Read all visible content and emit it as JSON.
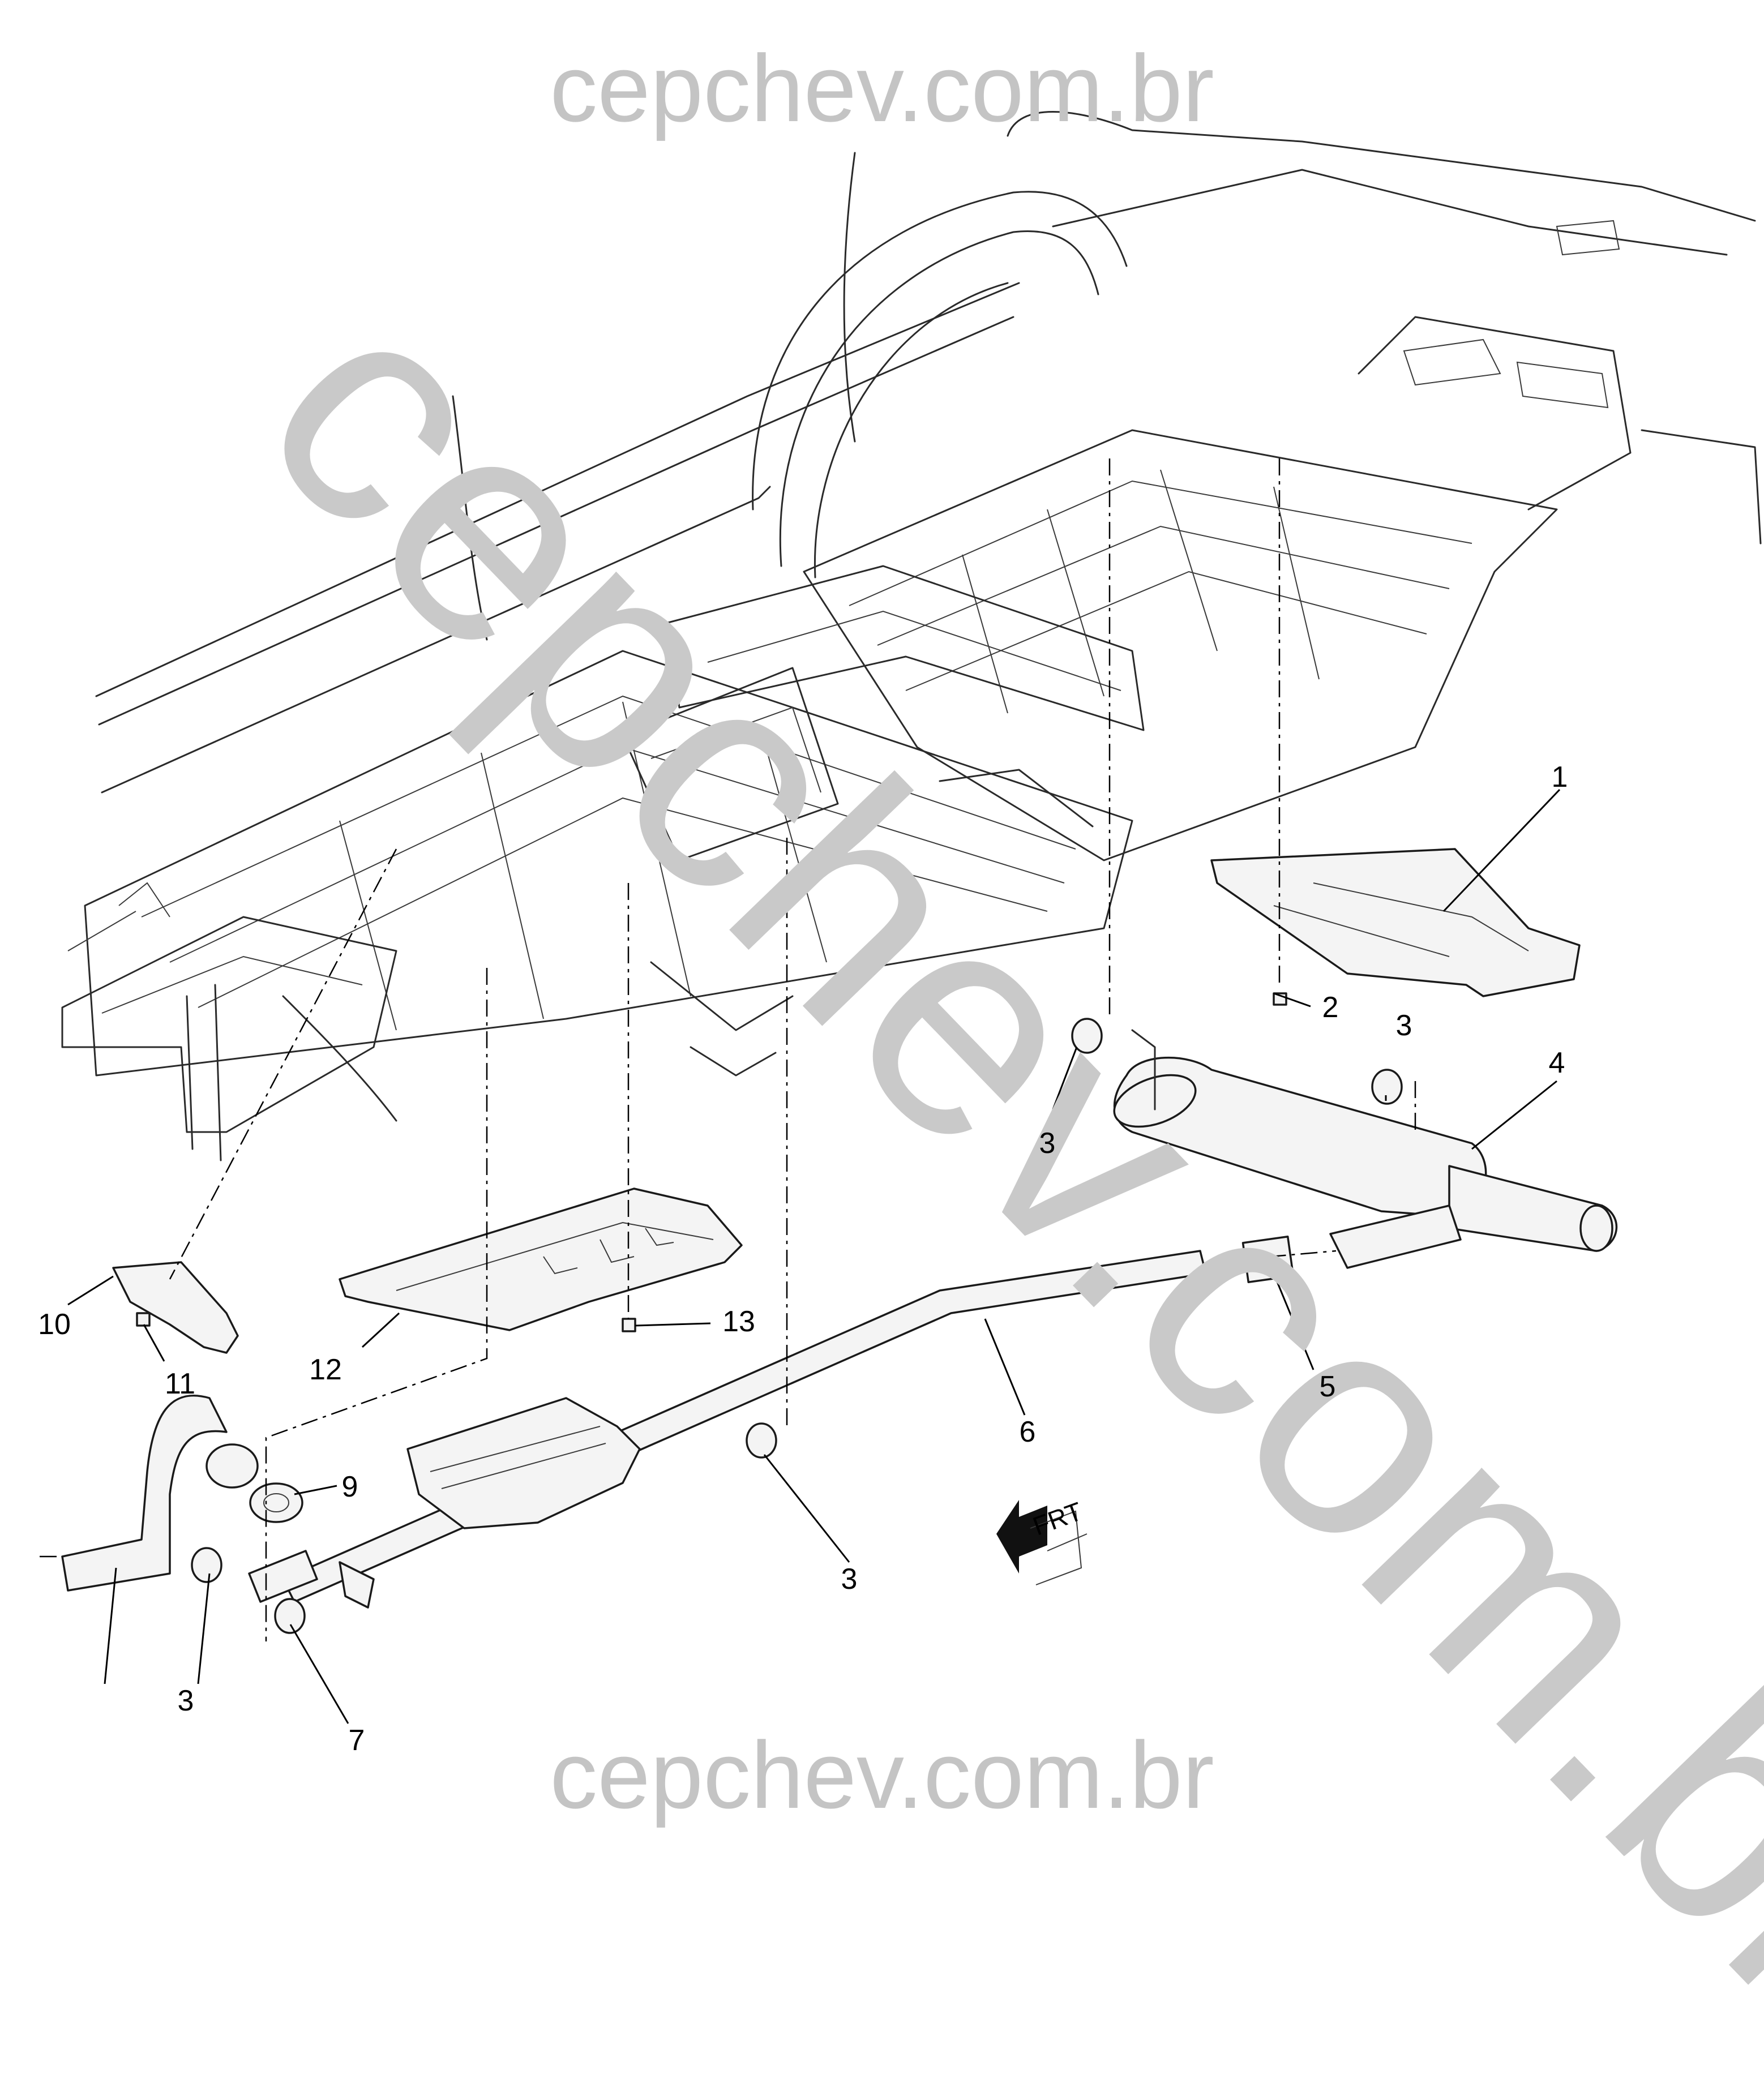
{
  "watermark": {
    "top": "cepchev.com.br",
    "bottom": "cepchev.com.br",
    "diagonal": "cepchev.com.br"
  },
  "arrow": {
    "label": "FRT"
  },
  "callouts": [
    {
      "id": "c1",
      "text": "1"
    },
    {
      "id": "c2",
      "text": "2"
    },
    {
      "id": "c3a",
      "text": "3"
    },
    {
      "id": "c3b",
      "text": "3"
    },
    {
      "id": "c3c",
      "text": "3"
    },
    {
      "id": "c3d",
      "text": "3"
    },
    {
      "id": "c4",
      "text": "4"
    },
    {
      "id": "c5",
      "text": "5"
    },
    {
      "id": "c6",
      "text": "6"
    },
    {
      "id": "c7",
      "text": "7"
    },
    {
      "id": "c9",
      "text": "9"
    },
    {
      "id": "c10",
      "text": "10"
    },
    {
      "id": "c11",
      "text": "11"
    },
    {
      "id": "c12",
      "text": "12"
    },
    {
      "id": "c13",
      "text": "13"
    }
  ]
}
